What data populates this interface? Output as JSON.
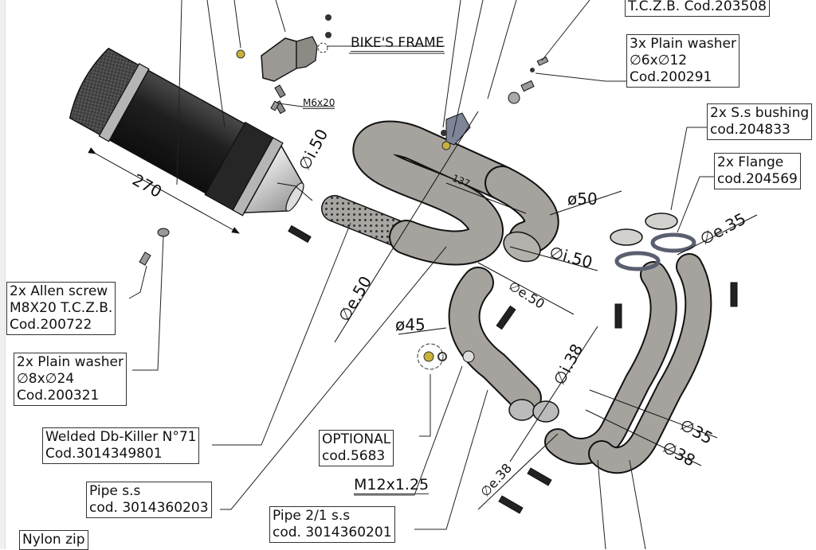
{
  "diagram": {
    "title": "Exhaust system exploded assembly",
    "reference_labels": {
      "bikes_frame": "BIKE'S FRAME",
      "bolt_m6x20": "M6x20",
      "thread_m12": "M12x1.25"
    },
    "callouts": [
      {
        "id": "top-right-screw",
        "lines": [
          "T.C.Z.B. Cod.203508"
        ]
      },
      {
        "id": "plain-washer-6x12",
        "lines": [
          "3x Plain washer",
          "∅6x∅12",
          "Cod.200291"
        ]
      },
      {
        "id": "ss-bushing",
        "lines": [
          "2x S.s bushing",
          "cod.204833"
        ]
      },
      {
        "id": "flange",
        "lines": [
          "2x Flange",
          "cod.204569"
        ]
      },
      {
        "id": "allen-screw",
        "lines": [
          "2x Allen screw",
          "M8X20 T.C.Z.B.",
          "Cod.200722"
        ]
      },
      {
        "id": "plain-washer-8x24",
        "lines": [
          "2x Plain washer",
          "∅8x∅24",
          "Cod.200321"
        ]
      },
      {
        "id": "db-killer",
        "lines": [
          "Welded Db-Killer N°71",
          "Cod.3014349801"
        ]
      },
      {
        "id": "pipe-ss",
        "lines": [
          "Pipe s.s",
          "cod. 3014360203"
        ]
      },
      {
        "id": "optional",
        "lines": [
          "OPTIONAL",
          "cod.5683"
        ]
      },
      {
        "id": "pipe-2-1",
        "lines": [
          "Pipe 2/1 s.s",
          "cod. 3014360201"
        ]
      },
      {
        "id": "nylon-zip",
        "lines": [
          "Nylon zip"
        ]
      }
    ],
    "dimensions": {
      "silencer_length": "270",
      "silencer_inlet": "∅i.50",
      "link_pipe_outer": "∅e.50",
      "link_pipe_length": "137",
      "bend_outer": "ø50",
      "bend_inner": "∅i.50",
      "midpipe_outer": "∅e.50",
      "midpipe_diameter": "ø45",
      "collector_inner": "∅i.38",
      "collector_outer": "∅e.38",
      "header_outer": "∅e.35",
      "header_35": "∅35",
      "header_38": "∅38"
    }
  }
}
